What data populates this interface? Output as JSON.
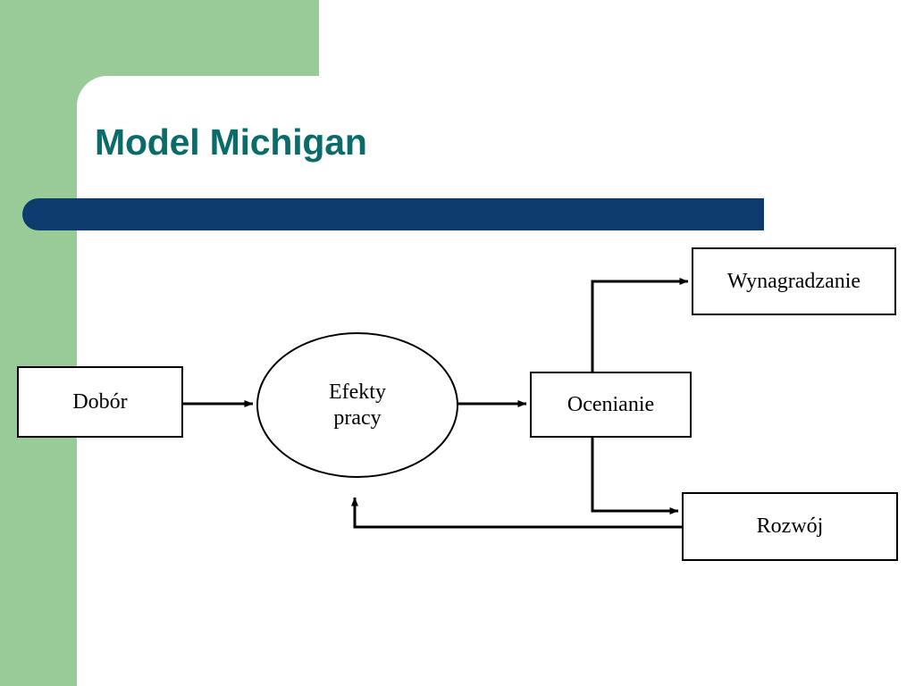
{
  "slide": {
    "title": "Model Michigan",
    "colors": {
      "sidebar_green": "#98CB98",
      "title_teal": "#0A6B6B",
      "divider_blue": "#0D3B6E",
      "node_stroke": "#000000",
      "node_fill": "#FFFFFF",
      "background": "#FFFFFF"
    }
  },
  "diagram": {
    "type": "flow-diagram",
    "nodes": [
      {
        "id": "dobor",
        "label": "Dobór",
        "shape": "rectangle"
      },
      {
        "id": "efekty",
        "label": "Efekty pracy",
        "label_line1": "Efekty",
        "label_line2": "pracy",
        "shape": "ellipse"
      },
      {
        "id": "ocenianie",
        "label": "Ocenianie",
        "shape": "rectangle"
      },
      {
        "id": "wynagradzanie",
        "label": "Wynagradzanie",
        "shape": "rectangle"
      },
      {
        "id": "rozwoj",
        "label": "Rozwój",
        "shape": "rectangle"
      }
    ],
    "edges": [
      {
        "from": "dobor",
        "to": "efekty",
        "style": "straight-arrow"
      },
      {
        "from": "efekty",
        "to": "ocenianie",
        "style": "straight-arrow"
      },
      {
        "from": "ocenianie",
        "to": "wynagradzanie",
        "style": "orthogonal-arrow"
      },
      {
        "from": "ocenianie",
        "to": "rozwoj",
        "style": "orthogonal-arrow"
      },
      {
        "from": "rozwoj",
        "to": "efekty",
        "style": "orthogonal-feedback-arrow"
      }
    ]
  }
}
